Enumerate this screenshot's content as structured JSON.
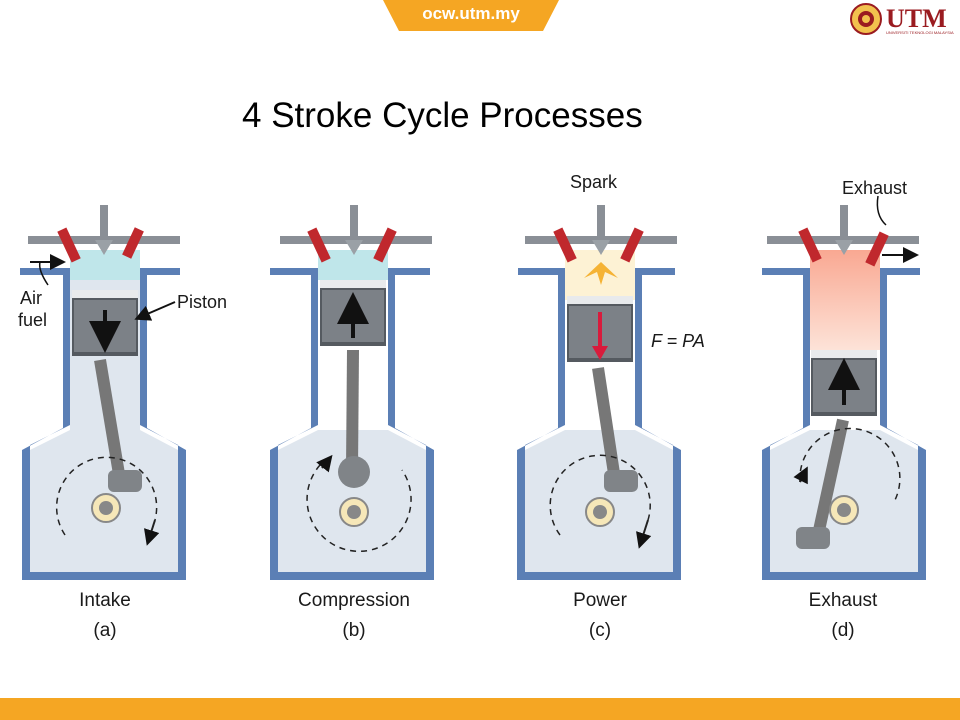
{
  "header": {
    "site_tab": "ocw.utm.my",
    "logo_text": "UTM",
    "logo_subtitle": "UNIVERSITI TEKNOLOGI MALAYSIA"
  },
  "title": "4 Stroke Cycle Processes",
  "labels": {
    "air": "Air",
    "fuel": "fuel",
    "piston": "Piston",
    "spark": "Spark",
    "force": "F = PA",
    "exhaust_top": "Exhaust"
  },
  "strokes": [
    {
      "name": "Intake",
      "letter": "(a)"
    },
    {
      "name": "Compression",
      "letter": "(b)"
    },
    {
      "name": "Power",
      "letter": "(c)"
    },
    {
      "name": "Exhaust",
      "letter": "(d)"
    }
  ],
  "colors": {
    "accent": "#f5a623",
    "cylinder_wall": "#5b7fb5",
    "valve": "#c0282d",
    "intake_gas": "#bfe6ea",
    "exhaust_gas": "#f7b9a5",
    "power_arrow": "#d81b3c"
  }
}
